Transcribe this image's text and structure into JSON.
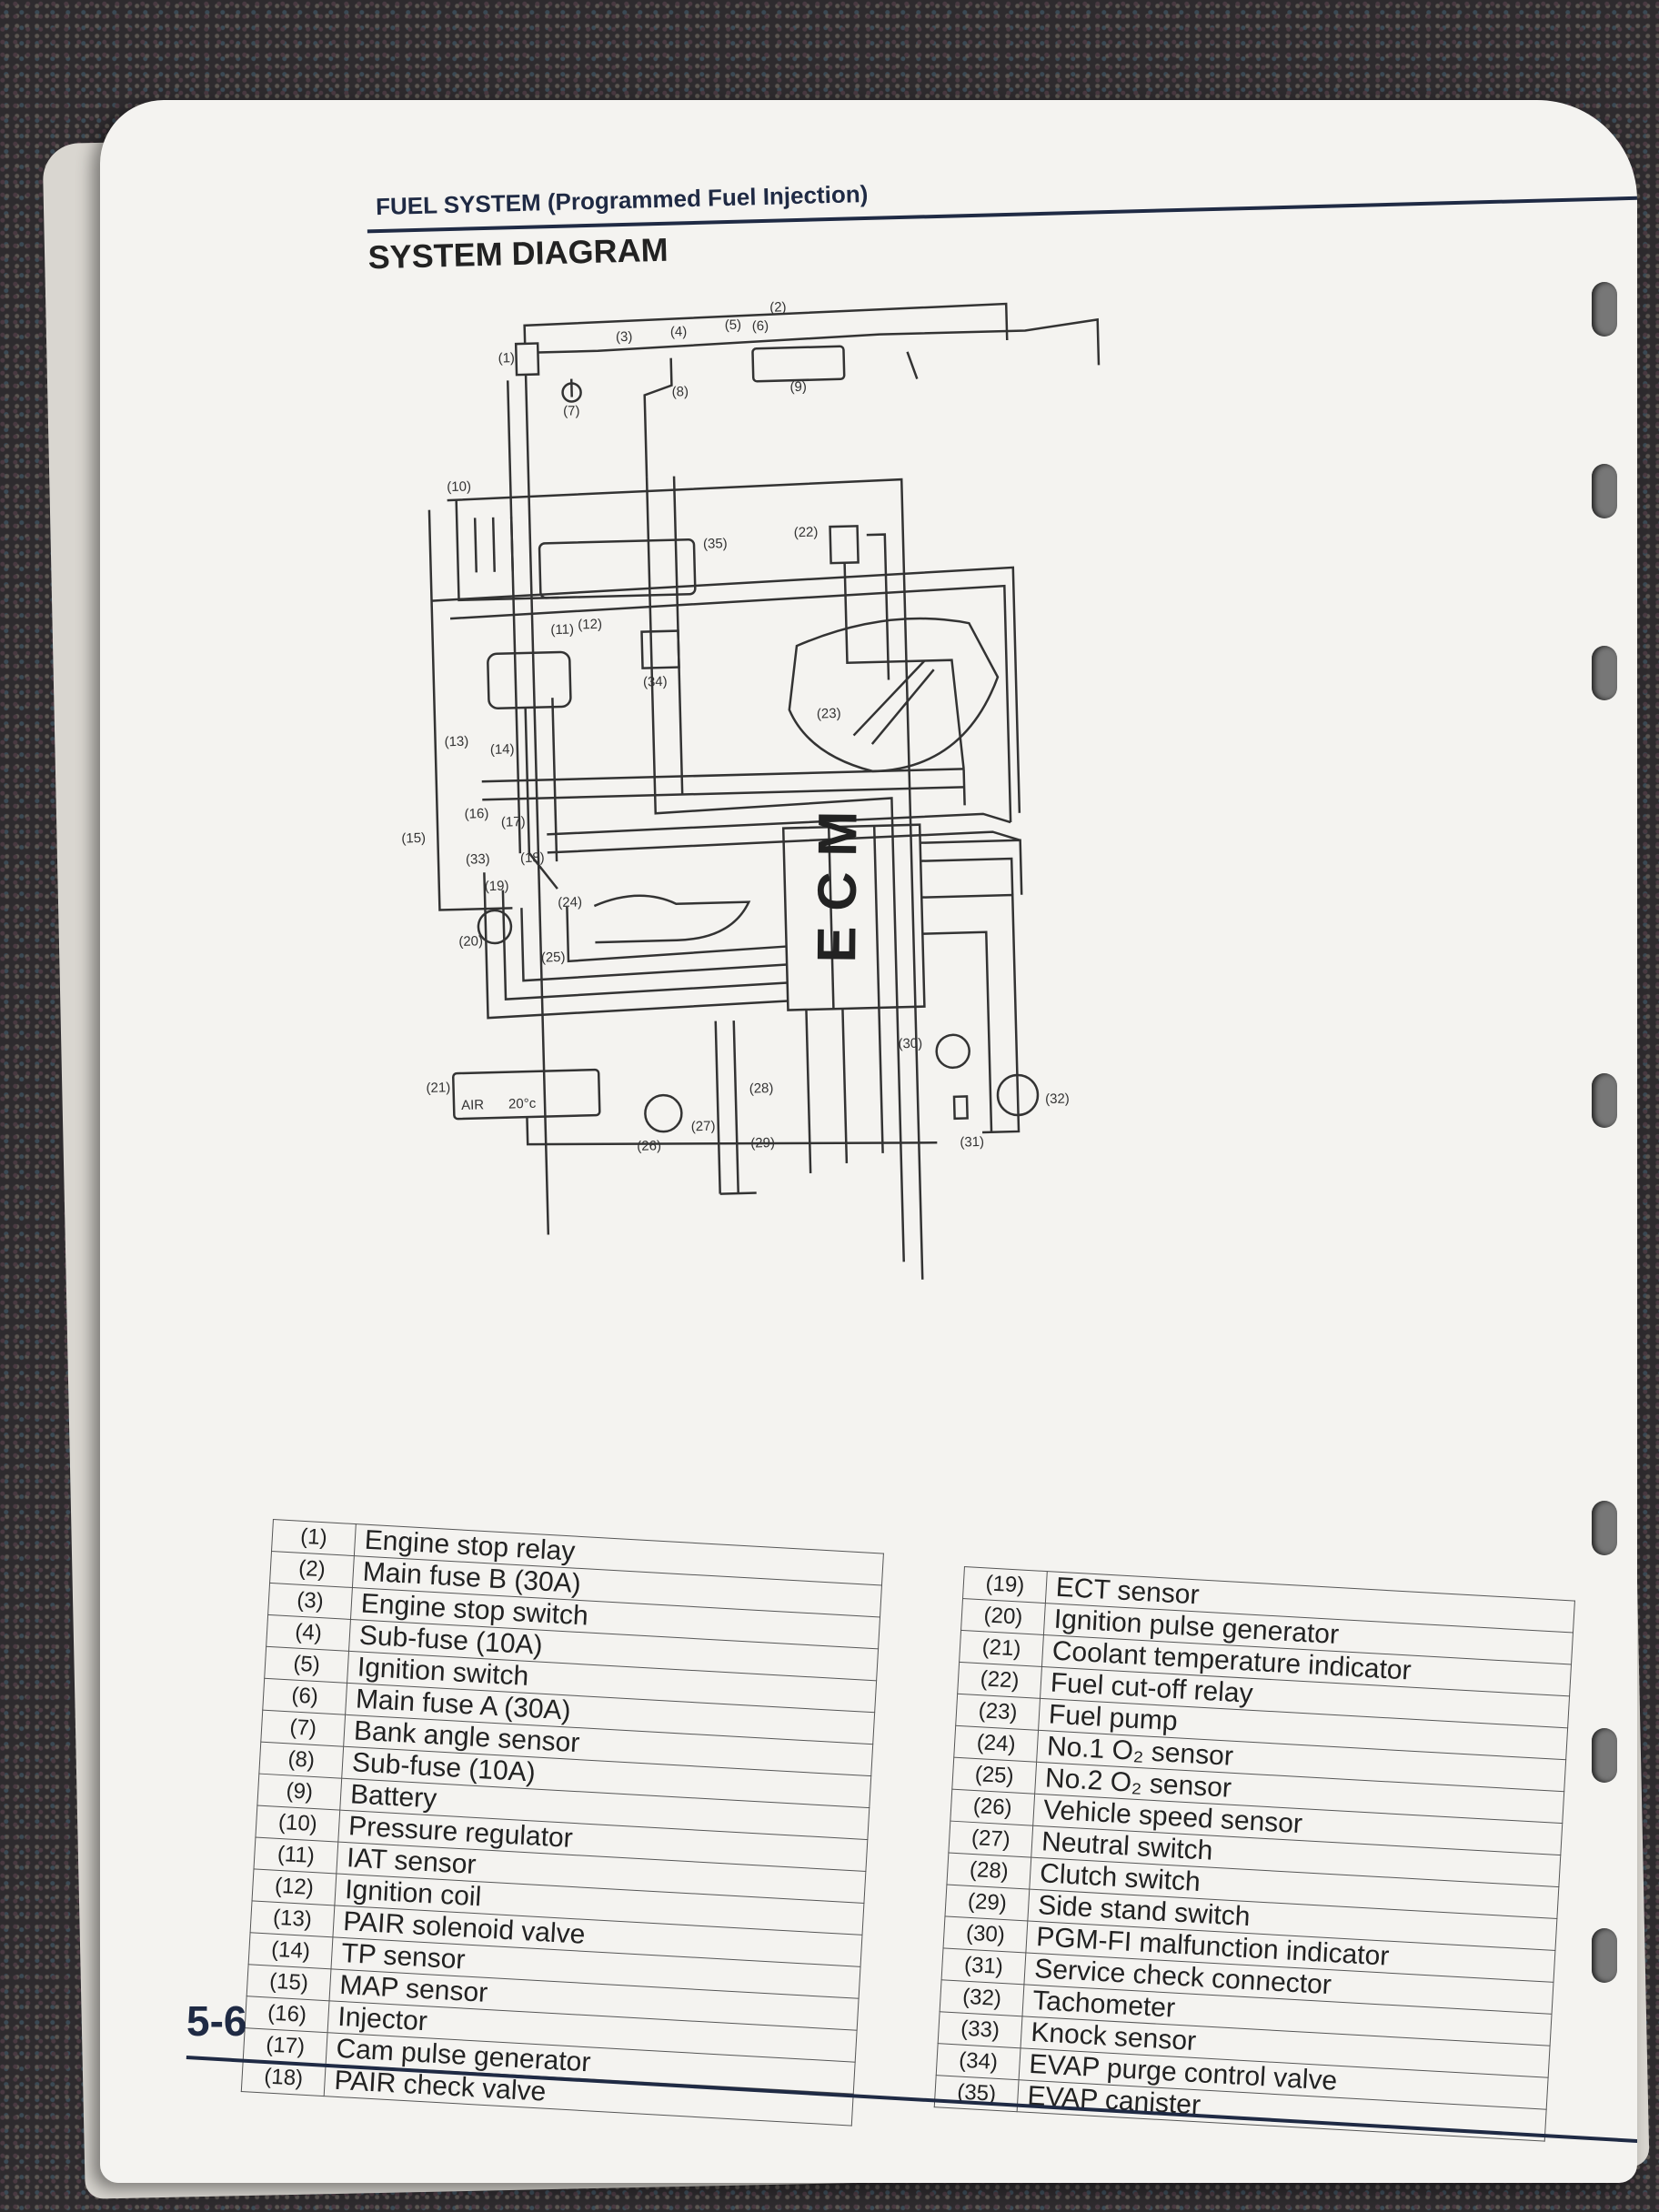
{
  "header": {
    "section": "FUEL SYSTEM (Programmed Fuel Injection)",
    "title": "SYSTEM DIAGRAM"
  },
  "diagram": {
    "ecm_label": "E C M",
    "indicator_air": "AIR",
    "indicator_temp": "20°c",
    "callouts": [
      "(1)",
      "(2)",
      "(3)",
      "(4)",
      "(5)",
      "(6)",
      "(7)",
      "(8)",
      "(9)",
      "(10)",
      "(11)",
      "(12)",
      "(13)",
      "(14)",
      "(15)",
      "(16)",
      "(17)",
      "(18)",
      "(19)",
      "(20)",
      "(21)",
      "(22)",
      "(23)",
      "(24)",
      "(25)",
      "(26)",
      "(27)",
      "(28)",
      "(29)",
      "(30)",
      "(31)",
      "(32)",
      "(33)",
      "(34)",
      "(35)"
    ]
  },
  "parts_left": [
    {
      "num": "(1)",
      "name": "Engine stop relay"
    },
    {
      "num": "(2)",
      "name": "Main fuse B (30A)"
    },
    {
      "num": "(3)",
      "name": "Engine stop switch"
    },
    {
      "num": "(4)",
      "name": "Sub-fuse (10A)"
    },
    {
      "num": "(5)",
      "name": "Ignition switch"
    },
    {
      "num": "(6)",
      "name": "Main fuse A (30A)"
    },
    {
      "num": "(7)",
      "name": "Bank angle sensor"
    },
    {
      "num": "(8)",
      "name": "Sub-fuse (10A)"
    },
    {
      "num": "(9)",
      "name": "Battery"
    },
    {
      "num": "(10)",
      "name": "Pressure regulator"
    },
    {
      "num": "(11)",
      "name": "IAT sensor"
    },
    {
      "num": "(12)",
      "name": "Ignition coil"
    },
    {
      "num": "(13)",
      "name": "PAIR solenoid valve"
    },
    {
      "num": "(14)",
      "name": "TP sensor"
    },
    {
      "num": "(15)",
      "name": "MAP sensor"
    },
    {
      "num": "(16)",
      "name": "Injector"
    },
    {
      "num": "(17)",
      "name": "Cam pulse generator"
    },
    {
      "num": "(18)",
      "name": "PAIR check valve"
    }
  ],
  "parts_right": [
    {
      "num": "(19)",
      "name": "ECT sensor"
    },
    {
      "num": "(20)",
      "name": "Ignition pulse generator"
    },
    {
      "num": "(21)",
      "name": "Coolant temperature indicator"
    },
    {
      "num": "(22)",
      "name": "Fuel cut-off relay"
    },
    {
      "num": "(23)",
      "name": "Fuel pump"
    },
    {
      "num": "(24)",
      "name": "No.1 O₂ sensor"
    },
    {
      "num": "(25)",
      "name": "No.2 O₂ sensor"
    },
    {
      "num": "(26)",
      "name": "Vehicle speed sensor"
    },
    {
      "num": "(27)",
      "name": "Neutral switch"
    },
    {
      "num": "(28)",
      "name": "Clutch switch"
    },
    {
      "num": "(29)",
      "name": "Side stand switch"
    },
    {
      "num": "(30)",
      "name": "PGM-FI malfunction indicator"
    },
    {
      "num": "(31)",
      "name": "Service check connector"
    },
    {
      "num": "(32)",
      "name": "Tachometer"
    },
    {
      "num": "(33)",
      "name": "Knock sensor"
    },
    {
      "num": "(34)",
      "name": "EVAP purge control valve"
    },
    {
      "num": "(35)",
      "name": "EVAP canister"
    }
  ],
  "page_number": "5-6"
}
